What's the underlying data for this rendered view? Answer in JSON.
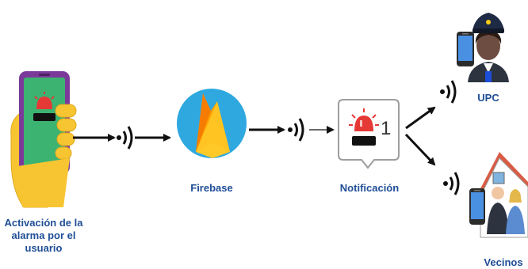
{
  "labels": {
    "activacion": "Activación  de la\nalarma por el\nusuario",
    "firebase": "Firebase",
    "notificacion": "Notificación",
    "upc": "UPC",
    "vecinos": "Vecinos"
  },
  "notification_badge": "1",
  "colors": {
    "label_text": "#1f4e96",
    "phone_body": "#7b3a9a",
    "phone_screen": "#3cb371",
    "hand_skin": "#f7c531",
    "alarm_red": "#e53935",
    "firebase_bg": "#2fa8e0",
    "arrow": "#111111",
    "house_roof": "#d95b43"
  },
  "icons": [
    "hand-phone-alarm-icon",
    "wifi-signal-icon",
    "firebase-logo-icon",
    "notification-bubble-icon",
    "police-officer-icon",
    "house-neighbors-icon",
    "smartphone-icon"
  ]
}
